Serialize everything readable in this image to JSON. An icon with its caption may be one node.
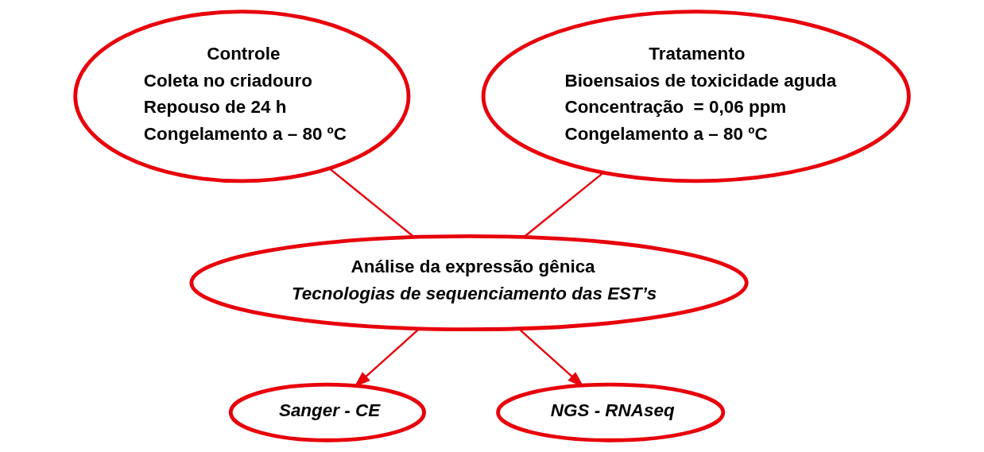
{
  "diagram": {
    "nodes": [
      {
        "text": [
          "Controle",
          "Coleta no criadouro",
          "Repouso de 24 h",
          "Congelamento a – 80 ºC"
        ]
      },
      {
        "text": [
          "Tratamento",
          "Bioensaios de toxicidade aguda",
          "Concentração  = 0,06 ppm",
          "Congelamento a – 80 ºC"
        ]
      },
      {
        "text": [
          "Análise da expressão gênica",
          "Tecnologias de sequenciamento das EST’s"
        ]
      },
      {
        "text": [
          "Sanger - CE"
        ]
      },
      {
        "text": [
          "NGS - RNAseq"
        ]
      }
    ],
    "edges": [
      {
        "from": 0,
        "to": 2,
        "arrow": "none"
      },
      {
        "from": 1,
        "to": 2,
        "arrow": "none"
      },
      {
        "from": 2,
        "to": 3,
        "arrow": "to"
      },
      {
        "from": 2,
        "to": 4,
        "arrow": "to"
      }
    ]
  }
}
